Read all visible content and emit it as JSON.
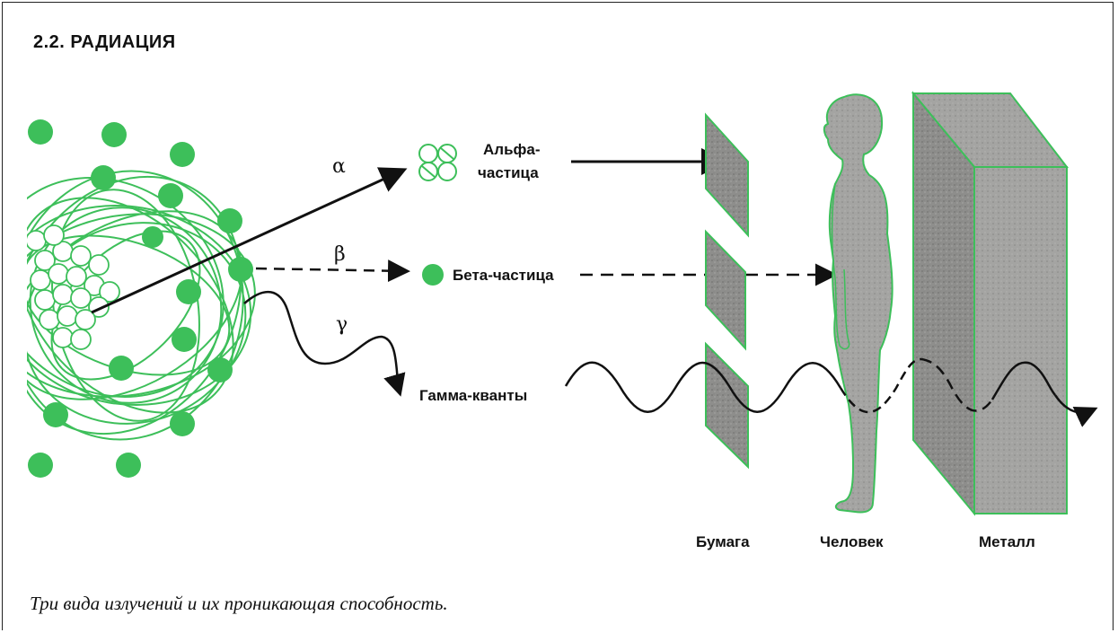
{
  "title": "2.2. РАДИАЦИЯ",
  "caption": "Три вида излучений и их проникающая способность.",
  "rays": {
    "alpha_symbol": "α",
    "beta_symbol": "β",
    "gamma_symbol": "γ"
  },
  "particles": {
    "alpha_line1": "Альфа-",
    "alpha_line2": "частица",
    "beta": "Бета-частица",
    "gamma": "Гамма-кванты"
  },
  "barriers": {
    "paper": "Бумага",
    "human": "Человек",
    "metal": "Металл"
  },
  "colors": {
    "green": "#3dbf5a",
    "gray": "#8a8a88",
    "ink": "#111111"
  }
}
